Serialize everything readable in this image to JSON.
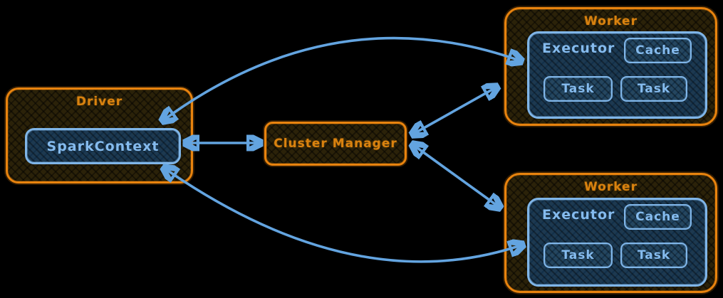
{
  "colors": {
    "background": "#000000",
    "node_border_orange": "#e8830e",
    "node_fill_brown": "#2b2209",
    "label_orange": "#d9820f",
    "inner_border_blue": "#7fb5e8",
    "inner_fill_blue": "#1d3950",
    "label_blue": "#85bbee",
    "arrow_blue": "#63a4e0"
  },
  "nodes": {
    "driver": {
      "title": "Driver",
      "spark_context": "SparkContext"
    },
    "cluster_manager": {
      "title": "Cluster Manager"
    },
    "worker_top": {
      "title": "Worker",
      "executor": "Executor",
      "cache": "Cache",
      "tasks": [
        "Task",
        "Task"
      ]
    },
    "worker_bottom": {
      "title": "Worker",
      "executor": "Executor",
      "cache": "Cache",
      "tasks": [
        "Task",
        "Task"
      ]
    }
  },
  "connections": [
    {
      "from": "spark-context",
      "to": "worker-top",
      "bidirectional": true,
      "style": "curved"
    },
    {
      "from": "spark-context",
      "to": "cluster-manager",
      "bidirectional": true,
      "style": "straight"
    },
    {
      "from": "cluster-manager",
      "to": "worker-top",
      "bidirectional": true,
      "style": "straight"
    },
    {
      "from": "cluster-manager",
      "to": "worker-bottom",
      "bidirectional": true,
      "style": "straight"
    },
    {
      "from": "spark-context",
      "to": "worker-bottom",
      "bidirectional": true,
      "style": "curved"
    }
  ]
}
